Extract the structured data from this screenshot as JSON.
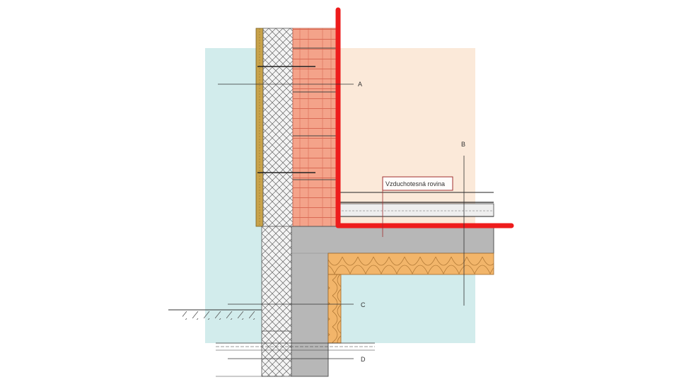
{
  "labels": {
    "a": "A",
    "b": "B",
    "c": "C",
    "d": "D",
    "airtight_plane": "Vzduchotesná rovina"
  },
  "colors": {
    "exterior_zone": "#d2ecec",
    "interior_zone": "#fbe9d9",
    "brick": "#f4a38a",
    "brick_line": "#d96a55",
    "xps_hatch": "#555555",
    "concrete": "#b7b7b7",
    "concrete_dark": "#9a9a9a",
    "mineral_wool": "#f2b56a",
    "wood_board": "#c8a24a",
    "airtight_line": "#ee1c1c",
    "leader": "#333333"
  }
}
